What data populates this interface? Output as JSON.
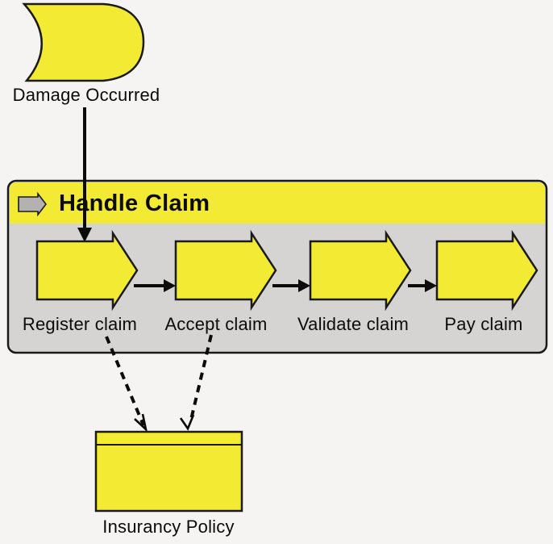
{
  "colors": {
    "node_yellow": "#F3EB33",
    "group_gray": "#D5D4D2",
    "icon_gray": "#B3B2B0",
    "outline": "#1A1A1A",
    "background": "#F5F4F2"
  },
  "event": {
    "label": "Damage Occurred"
  },
  "group": {
    "title": "Handle Claim",
    "icon": "process-arrow-icon",
    "steps": [
      {
        "label": "Register claim"
      },
      {
        "label": "Accept claim"
      },
      {
        "label": "Validate claim"
      },
      {
        "label": "Pay claim"
      }
    ]
  },
  "object": {
    "label": "Insurancy Policy"
  }
}
